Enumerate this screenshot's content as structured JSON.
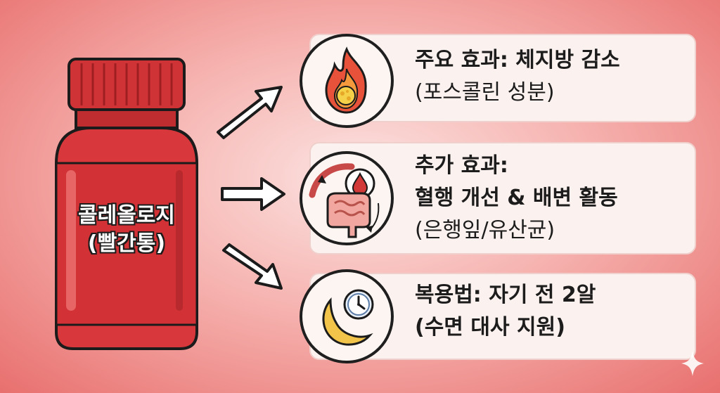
{
  "bottle": {
    "label_line1": "콜레올로지",
    "label_line2": "(빨간통)",
    "color": "#d8383b"
  },
  "cards": [
    {
      "icon": "flame-fat-icon",
      "line1": "주요 효과: 체지방 감소",
      "line2": "(포스콜린 성분)"
    },
    {
      "icon": "blood-intestine-icon",
      "line1": "추가 효과:",
      "line2": "혈행 개선 & 배변 활동",
      "line3": "(은행잎/유산균)"
    },
    {
      "icon": "moon-clock-icon",
      "line1": "복용법: 자기 전 2알",
      "line2": "(수면 대사 지원)"
    }
  ],
  "colors": {
    "card_bg": "#fbf1ee",
    "text": "#1c1c1c",
    "background_accent": "#e8706e"
  }
}
